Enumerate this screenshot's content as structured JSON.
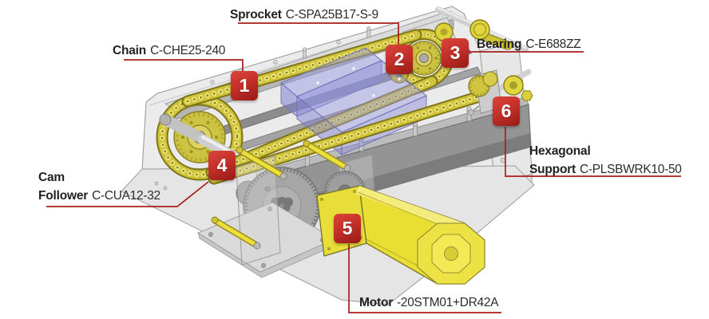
{
  "figure": {
    "type": "parts-callout-diagram",
    "background": "#ffffff"
  },
  "colors": {
    "marker_red": "#c5302a",
    "marker_red_dark": "#961b16",
    "callout_line_red": "#a81e1a",
    "label_text": "#222222",
    "chain_yellow": "#cfc43c",
    "chain_roller_yellow": "#ece37b",
    "motor_yellow": "#e9df33",
    "cover_purple": "#8c8cd2",
    "frame_gray": "#ecebeb",
    "beam_gray": "#949494"
  },
  "callouts": [
    {
      "number": "1",
      "name": "Chain",
      "code": "C-CHE25-240"
    },
    {
      "number": "2",
      "name": "Sprocket",
      "code": "C-SPA25B17-S-9"
    },
    {
      "number": "3",
      "name": "Bearing",
      "code": "C-E688ZZ"
    },
    {
      "number": "4",
      "name": "Cam",
      "name2": "Follower",
      "code": "C-CUA12-32"
    },
    {
      "number": "5",
      "name": "Motor",
      "code": "-20STM01+DR42A"
    },
    {
      "number": "6",
      "name": "Hexagonal",
      "name2": "Support",
      "code": "C-PLSBWRK10-50"
    }
  ]
}
